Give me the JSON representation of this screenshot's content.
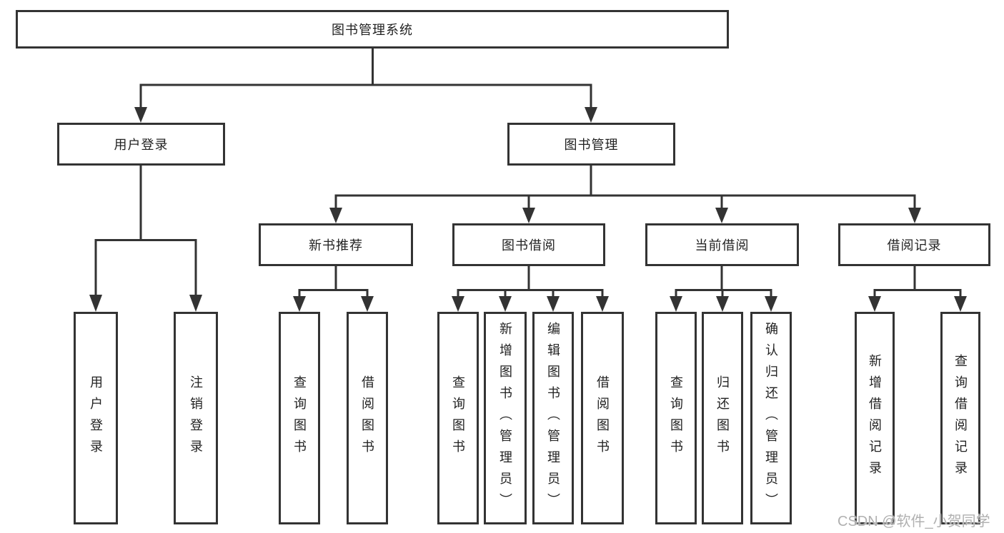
{
  "diagram_type": "hierarchy-tree",
  "colors": {
    "line": "#333333",
    "box_border": "#333333",
    "box_fill": "#ffffff",
    "text": "#222222",
    "background": "#ffffff",
    "watermark": "#b0b0b0"
  },
  "tree": {
    "root": "图书管理系统",
    "children": [
      {
        "label": "用户登录",
        "children": [
          {
            "label": "用户登录"
          },
          {
            "label": "注销登录"
          }
        ]
      },
      {
        "label": "图书管理",
        "children": [
          {
            "label": "新书推荐",
            "children": [
              {
                "label": "查询图书"
              },
              {
                "label": "借阅图书"
              }
            ]
          },
          {
            "label": "图书借阅",
            "children": [
              {
                "label": "查询图书"
              },
              {
                "label": "新增图书（管理员）"
              },
              {
                "label": "编辑图书（管理员）"
              },
              {
                "label": "借阅图书"
              }
            ]
          },
          {
            "label": "当前借阅",
            "children": [
              {
                "label": "查询图书"
              },
              {
                "label": "归还图书"
              },
              {
                "label": "确认归还（管理员）"
              }
            ]
          },
          {
            "label": "借阅记录",
            "children": [
              {
                "label": "新增借阅记录"
              },
              {
                "label": "查询借阅记录"
              }
            ]
          }
        ]
      }
    ]
  },
  "watermark": {
    "text": "CSDN @软件_小贺同学"
  }
}
